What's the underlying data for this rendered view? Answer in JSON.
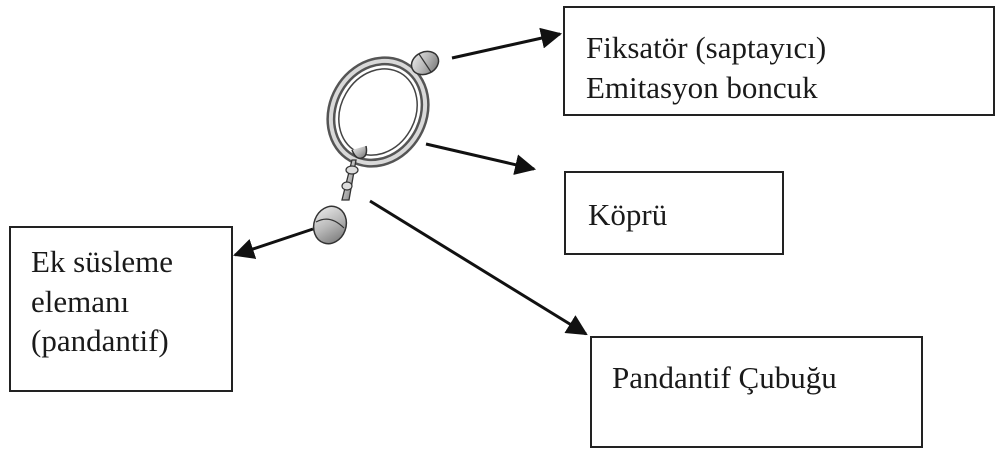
{
  "labels": {
    "fixator": [
      "Fiksatör (saptayıcı)",
      "Emitasyon boncuk"
    ],
    "bridge": [
      "Köprü"
    ],
    "pendant": [
      "Ek süsleme",
      "elemanı",
      "(pandantif)"
    ],
    "rod": [
      "Pandantif Çubuğu"
    ]
  },
  "icons": {
    "illustration": "ornament-pendant-icon",
    "arrow": "arrow-icon"
  },
  "colors": {
    "line": "#111111",
    "border": "#222222"
  }
}
